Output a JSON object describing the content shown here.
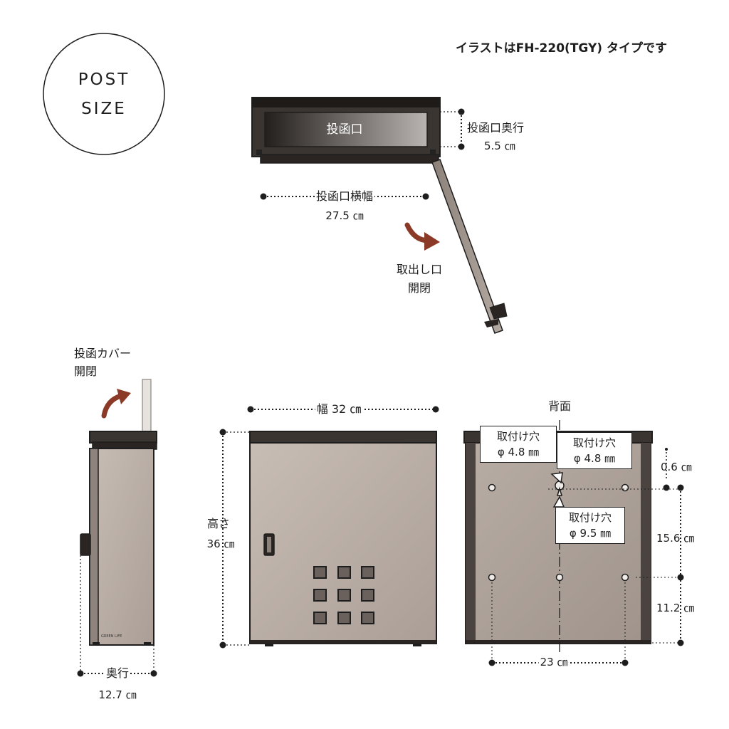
{
  "badge": {
    "line1": "POST",
    "line2": "SIZE"
  },
  "note": "イラストはFH-220(TGY) タイプです",
  "top_view": {
    "slot_label": "投函口",
    "depth_label": "投函口奥行",
    "depth_value": "5.5 ㎝",
    "width_label": "投函口横幅",
    "width_value": "27.5 ㎝",
    "door_label_1": "取出し口",
    "door_label_2": "開閉"
  },
  "side_view": {
    "cover_label_1": "投函カバー",
    "cover_label_2": "開閉",
    "depth_label": "奥行",
    "depth_value": "12.7 ㎝",
    "brand_text": "GREEN LIFE"
  },
  "front_view": {
    "width_text": "幅 32 ㎝",
    "height_label": "高さ",
    "height_value": "36 ㎝"
  },
  "back_view": {
    "title": "背面",
    "hole_left": {
      "line1": "取付け穴",
      "line2": "φ 4.8 ㎜"
    },
    "hole_center": {
      "line1": "取付け穴",
      "line2": "φ 4.8 ㎜"
    },
    "hole_keyhole": {
      "line1": "取付け穴",
      "line2": "φ 9.5 ㎜"
    },
    "dim_top": "0.6 ㎝",
    "dim_mid": "15.6 ㎝",
    "dim_low": "11.2 ㎝",
    "dim_width": "23 ㎝"
  },
  "colors": {
    "body": "#b0a49c",
    "body_light": "#c4b9b0",
    "frame": "#4a4340",
    "dark": "#1e1e1e",
    "arrow": "#8a3a27"
  }
}
